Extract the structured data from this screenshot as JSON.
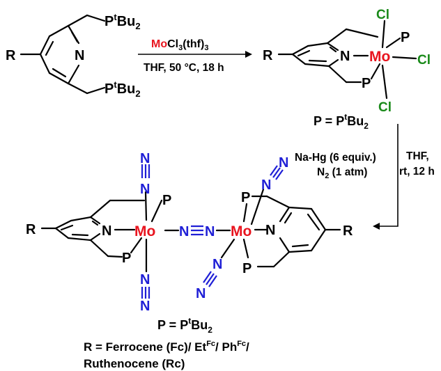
{
  "reaction1": {
    "reagent_metal": "Mo",
    "reagent_rest": "Cl3(thf)3",
    "conditions": "THF, 50 °C, 18 h"
  },
  "reaction2": {
    "reagent_line1": "Na-Hg (6 equiv.)",
    "reagent_line2": "N2 (1 atm)",
    "conditions_line1": "THF,",
    "conditions_line2": "rt, 12 h"
  },
  "ligand_label": "P = PtBu2",
  "substituent_label_line1": "R = Ferrocene (Fc)/ EtFc/ PhFc/",
  "substituent_label_line2": "Ruthenocene (Rc)",
  "atoms": {
    "R": "R",
    "N": "N",
    "P": "P",
    "Mo": "Mo",
    "Cl": "Cl",
    "PtBu2": "PtBu2"
  },
  "colors": {
    "metal": "#e8141e",
    "chloride": "#1a8a1a",
    "dinitrogen": "#1f1fd6"
  }
}
